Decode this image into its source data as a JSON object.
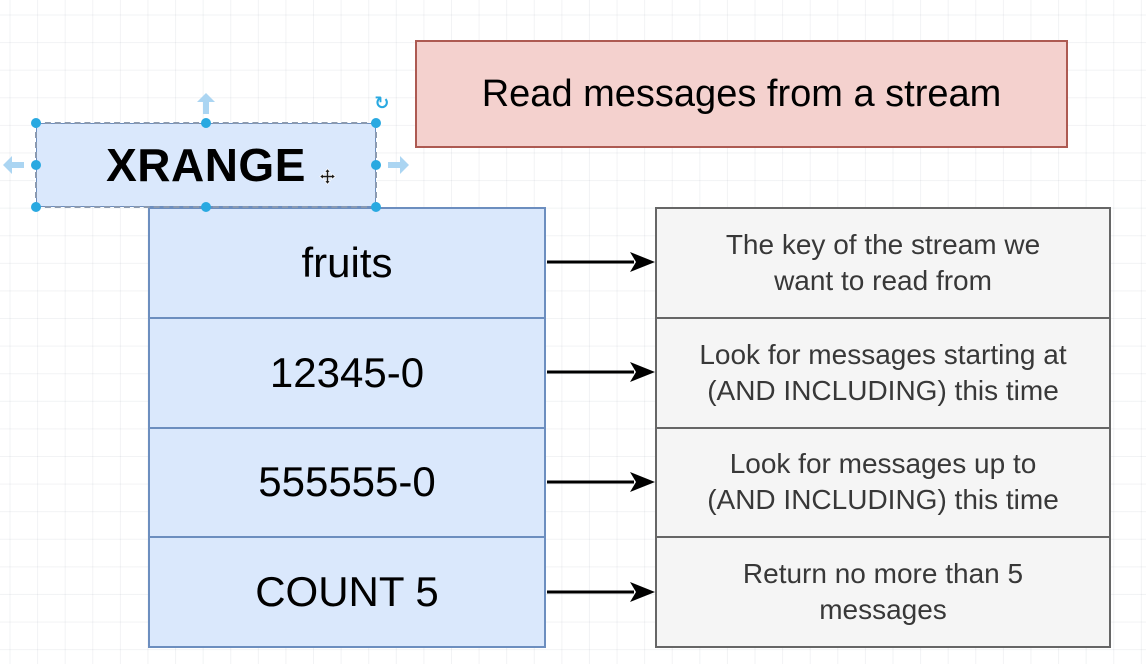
{
  "diagram": {
    "command_box": {
      "label": "XRANGE"
    },
    "note_box": {
      "label": "Read messages from a stream"
    },
    "rows": [
      {
        "param": "fruits",
        "desc": {
          "line1": "The key of the stream we",
          "line2": "want to read from"
        }
      },
      {
        "param": "12345-0",
        "desc": {
          "line1": "Look for messages starting at",
          "line2": "(AND INCLUDING) this time"
        }
      },
      {
        "param": "555555-0",
        "desc": {
          "line1": "Look for messages up to",
          "line2": "(AND INCLUDING) this time"
        }
      },
      {
        "param": "COUNT 5",
        "desc": {
          "line1": "Return no more than 5",
          "line2": "messages"
        }
      }
    ],
    "selection": {
      "rotate_icon_glyph": "↻",
      "handle_count": 8
    },
    "colors": {
      "param_fill": "#dae8fc",
      "param_border": "#6c8ebf",
      "note_fill": "#f4d1ce",
      "note_border": "#ad5a52",
      "desc_fill": "#f5f5f5",
      "desc_border": "#666666",
      "desc_text": "#383838",
      "arrow": "#000000",
      "selection_handle": "#29a9e1",
      "selection_outline": "#8b9ab0",
      "direction_arrow": "#abd5f2"
    }
  }
}
